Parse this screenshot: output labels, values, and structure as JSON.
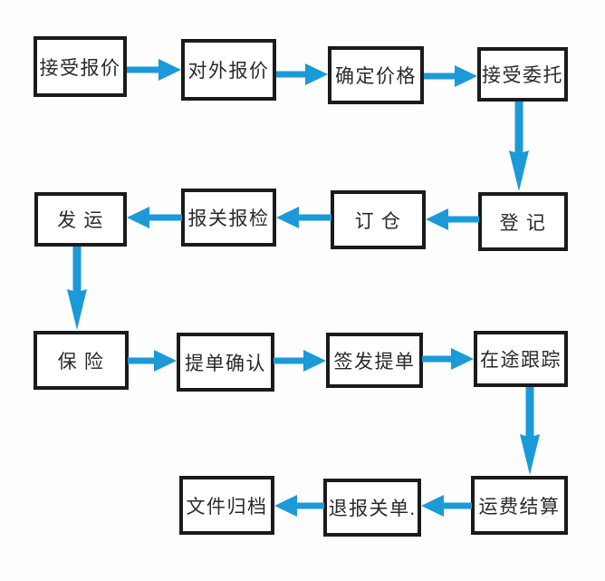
{
  "colors": {
    "arrow": "#1b9ad7",
    "box_border": "#1b1b1b",
    "box_fill": "#ffffff",
    "background": "#fefefe"
  },
  "flowchart": {
    "nodes": [
      {
        "id": "accept-quote",
        "label": "接受报价"
      },
      {
        "id": "external-quote",
        "label": "对外报价"
      },
      {
        "id": "confirm-price",
        "label": "确定价格"
      },
      {
        "id": "accept-entrust",
        "label": "接受委托"
      },
      {
        "id": "register",
        "label": "登 记"
      },
      {
        "id": "booking",
        "label": "订 仓"
      },
      {
        "id": "customs-declare",
        "label": "报关报检"
      },
      {
        "id": "shipment",
        "label": "发 运"
      },
      {
        "id": "insurance",
        "label": "保 险"
      },
      {
        "id": "bl-confirm",
        "label": "提单确认"
      },
      {
        "id": "bl-issue",
        "label": "签发提单"
      },
      {
        "id": "in-transit-tracking",
        "label": "在途跟踪"
      },
      {
        "id": "freight-settlement",
        "label": "运费结算"
      },
      {
        "id": "customs-sheet-return",
        "label": "退报关单."
      },
      {
        "id": "file-archive",
        "label": "文件归档"
      }
    ],
    "edges": [
      {
        "from": "accept-quote",
        "to": "external-quote",
        "direction": "right"
      },
      {
        "from": "external-quote",
        "to": "confirm-price",
        "direction": "right"
      },
      {
        "from": "confirm-price",
        "to": "accept-entrust",
        "direction": "right"
      },
      {
        "from": "accept-entrust",
        "to": "register",
        "direction": "down"
      },
      {
        "from": "register",
        "to": "booking",
        "direction": "left"
      },
      {
        "from": "booking",
        "to": "customs-declare",
        "direction": "left"
      },
      {
        "from": "customs-declare",
        "to": "shipment",
        "direction": "left"
      },
      {
        "from": "shipment",
        "to": "insurance",
        "direction": "down"
      },
      {
        "from": "insurance",
        "to": "bl-confirm",
        "direction": "right"
      },
      {
        "from": "bl-confirm",
        "to": "bl-issue",
        "direction": "right"
      },
      {
        "from": "bl-issue",
        "to": "in-transit-tracking",
        "direction": "right"
      },
      {
        "from": "in-transit-tracking",
        "to": "freight-settlement",
        "direction": "down"
      },
      {
        "from": "freight-settlement",
        "to": "customs-sheet-return",
        "direction": "left"
      },
      {
        "from": "customs-sheet-return",
        "to": "file-archive",
        "direction": "left"
      }
    ]
  }
}
